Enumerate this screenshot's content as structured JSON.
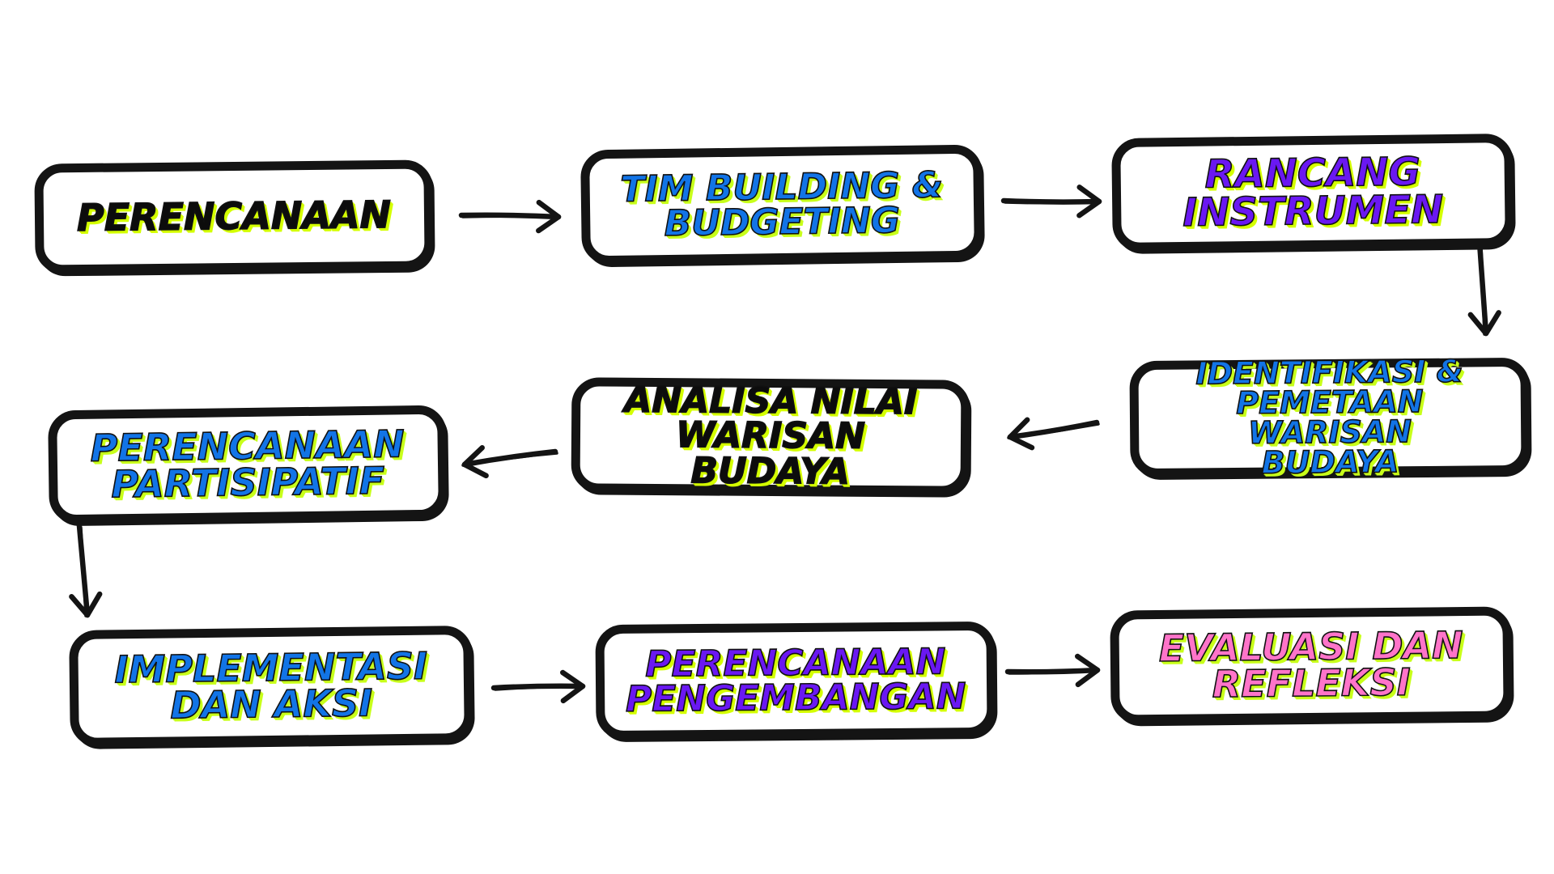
{
  "colors": {
    "outline": "#141414",
    "black_text": "#0c0c0c",
    "blue_text": "#1274e6",
    "purple_text": "#6a18f2",
    "pink_text": "#ff74c9",
    "highlight_shadow": "#d4ff00"
  },
  "nodes": [
    {
      "id": "perencanaan",
      "lines": [
        "PERENCANAAN"
      ],
      "color": "black"
    },
    {
      "id": "tim-building-budgeting",
      "lines": [
        "TIM BUILDING &",
        "BUDGETING"
      ],
      "color": "blue"
    },
    {
      "id": "rancang-instrumen",
      "lines": [
        "RANCANG",
        "INSTRUMEN"
      ],
      "color": "purple"
    },
    {
      "id": "identifikasi-pemetaan",
      "lines": [
        "IDENTIFIKASI &",
        "PEMETAAN WARISAN",
        "BUDAYA"
      ],
      "color": "blue"
    },
    {
      "id": "analisa-nilai",
      "lines": [
        "ANALISA NILAI",
        "WARISAN BUDAYA"
      ],
      "color": "black"
    },
    {
      "id": "perencanaan-partisipatif",
      "lines": [
        "PERENCANAAN",
        "PARTISIPATIF"
      ],
      "color": "blue"
    },
    {
      "id": "implementasi-aksi",
      "lines": [
        "IMPLEMENTASI",
        "DAN AKSI"
      ],
      "color": "blue"
    },
    {
      "id": "perencanaan-pengembangan",
      "lines": [
        "PERENCANAAN",
        "PENGEMBANGAN"
      ],
      "color": "purple"
    },
    {
      "id": "evaluasi-refleksi",
      "lines": [
        "EVALUASI DAN",
        "REFLEKSI"
      ],
      "color": "pink"
    }
  ],
  "edges": [
    {
      "from": "perencanaan",
      "to": "tim-building-budgeting"
    },
    {
      "from": "tim-building-budgeting",
      "to": "rancang-instrumen"
    },
    {
      "from": "rancang-instrumen",
      "to": "identifikasi-pemetaan"
    },
    {
      "from": "identifikasi-pemetaan",
      "to": "analisa-nilai"
    },
    {
      "from": "analisa-nilai",
      "to": "perencanaan-partisipatif"
    },
    {
      "from": "perencanaan-partisipatif",
      "to": "implementasi-aksi"
    },
    {
      "from": "implementasi-aksi",
      "to": "perencanaan-pengembangan"
    },
    {
      "from": "perencanaan-pengembangan",
      "to": "evaluasi-refleksi"
    }
  ]
}
